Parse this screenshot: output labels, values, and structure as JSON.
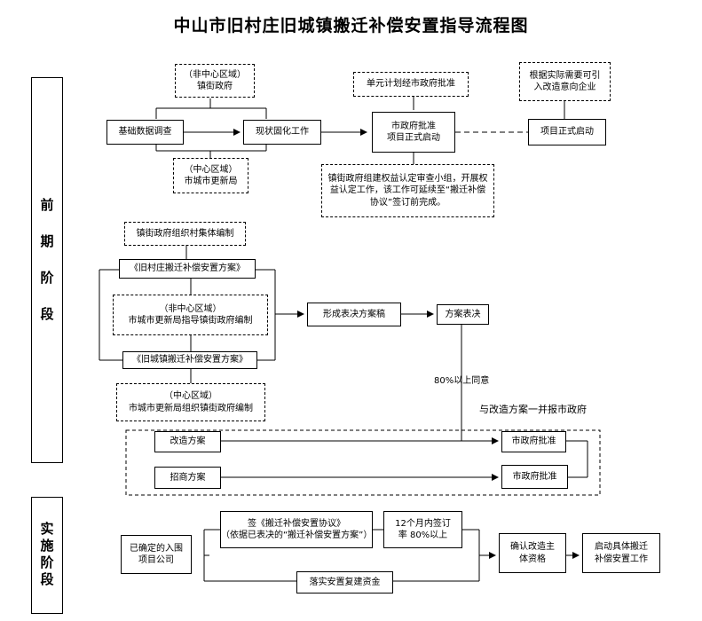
{
  "title": "中山市旧村庄旧城镇搬迁补偿安置指导流程图",
  "phases": {
    "early": "前期阶段",
    "impl": "实施阶段"
  },
  "nodes": {
    "non_central_gov": "（非中心区域）\n镇街政府",
    "basic_survey": "基础数据调查",
    "status_fix": "现状固化工作",
    "central_bureau": "（中心区域）\n市城市更新局",
    "unit_plan": "单元计划经市政府批准",
    "city_approve_start": "市政府批准\n项目正式启动",
    "rights_review": "镇街政府组建权益认定审查小组，开展权益认定工作，该工作可延续至“搬迁补偿协议”签订前完成。",
    "intro_enterprise": "根据实际需要可引\n入改造意向企业",
    "project_start": "项目正式启动",
    "town_org_village": "镇街政府组织村集体编制",
    "village_plan": "《旧村庄搬迁补偿安置方案》",
    "non_central_guide": "（非中心区域）\n市城市更新局指导镇街政府编制",
    "town_plan": "《旧城镇搬迁补偿安置方案》",
    "central_org": "（中心区域）\n市城市更新局组织镇街政府编制",
    "vote_draft": "形成表决方案稿",
    "plan_vote": "方案表决",
    "agree_80": "80%以上同意",
    "report_city": "与改造方案一并报市政府",
    "renovation_plan": "改造方案",
    "city_approve_1": "市政府批准",
    "bidding_plan": "招商方案",
    "city_approve_2": "市政府批准",
    "confirmed_company": "已确定的入围\n项目公司",
    "sign_agreement": "签《搬迁补偿安置协议》\n（依据已表决的“搬迁补偿安置方案”）",
    "within_12_months": "12个月内签订\n率 80%以上",
    "confirm_subject": "确认改造主\n体资格",
    "launch_work": "启动具体搬迁\n补偿安置工作",
    "relocation_funds": "落实安置复建资金"
  }
}
